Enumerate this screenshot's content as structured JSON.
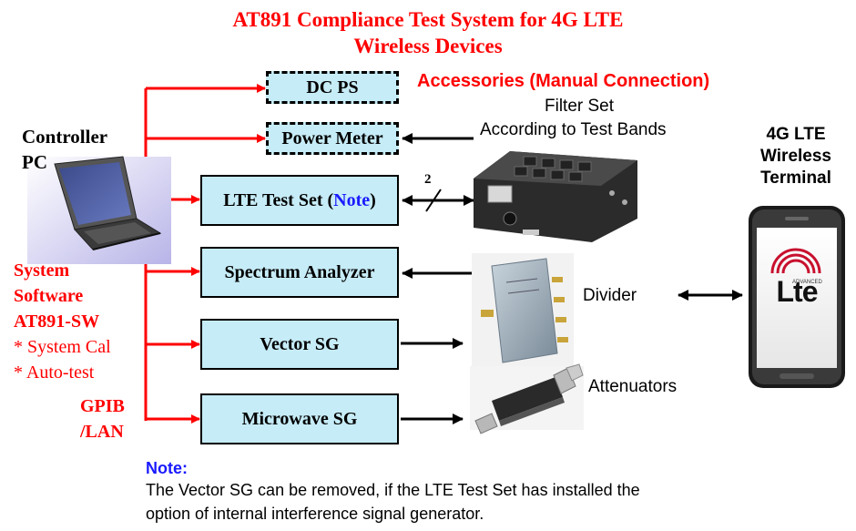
{
  "title": {
    "line1": "AT891 Compliance Test System for 4G LTE",
    "line2": "Wireless Devices"
  },
  "accessories": {
    "label": "Accessories (Manual Connection)"
  },
  "filter": {
    "line1": "Filter Set",
    "line2": "According to Test Bands"
  },
  "controller": {
    "line1": "Controller",
    "line2": "PC"
  },
  "software": {
    "line1": "System",
    "line2": "Software",
    "line3": "AT891-SW",
    "item1": "* System Cal",
    "item2": "* Auto-test"
  },
  "interface": {
    "line1": "GPIB",
    "line2": "/LAN"
  },
  "instruments": {
    "dcps": "DC PS",
    "power_meter": "Power Meter",
    "lte_test_set": "LTE Test Set (",
    "lte_note": "Note",
    "lte_close": ")",
    "spectrum_analyzer": "Spectrum Analyzer",
    "vector_sg": "Vector SG",
    "microwave_sg": "Microwave SG"
  },
  "bus_count": "2",
  "divider": "Divider",
  "attenuators": "Attenuators",
  "terminal": {
    "line1": "4G LTE",
    "line2": "Wireless",
    "line3": "Terminal"
  },
  "lte_logo": {
    "text": "Lte",
    "sub": "ADVANCED"
  },
  "note": {
    "heading": "Note:",
    "line1": "The Vector SG can be removed, if the LTE Test Set has installed the",
    "line2": "option of internal  interference signal generator."
  },
  "colors": {
    "red": "#ff0000",
    "box_fill": "#c6ecf7",
    "note_blue": "#1a1aff"
  }
}
